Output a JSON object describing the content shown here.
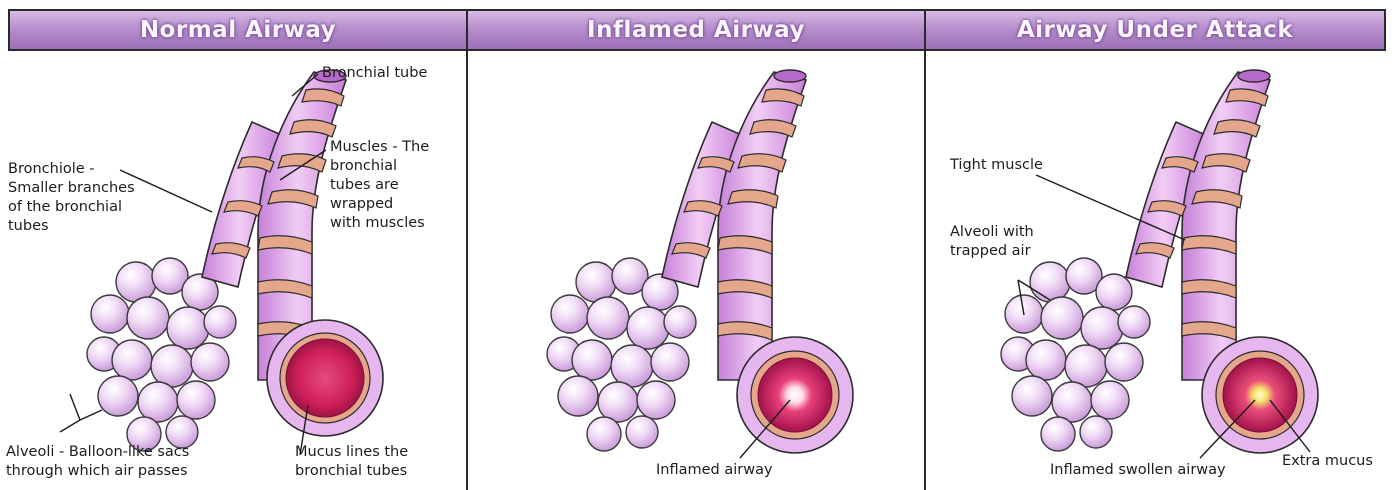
{
  "panels": [
    {
      "title": "Normal Airway"
    },
    {
      "title": "Inflamed Airway"
    },
    {
      "title": "Airway Under Attack"
    }
  ],
  "labels": {
    "bronchial_tube": "Bronchial tube",
    "muscles": "Muscles - The\nbronchial\ntubes are\nwrapped\nwith muscles",
    "bronchiole": "Bronchiole -\nSmaller branches\nof the bronchial\ntubes",
    "alveoli_normal": "Alveoli - Balloon-like sacs\nthrough which air passes",
    "mucus_lines": "Mucus lines the\nbronchial tubes",
    "inflamed_airway": "Inflamed airway",
    "tight_muscle": "Tight muscle",
    "alveoli_trapped": "Alveoli with\ntrapped air",
    "inflamed_swollen": "Inflamed swollen airway",
    "extra_mucus": "Extra mucus"
  },
  "colors": {
    "header_purple": "#a57cbf",
    "tube_pink": "#d99ee6",
    "muscle_band": "#e4a78c",
    "alveoli": "#e9cdf3",
    "lumen_red": "#d4215c"
  }
}
